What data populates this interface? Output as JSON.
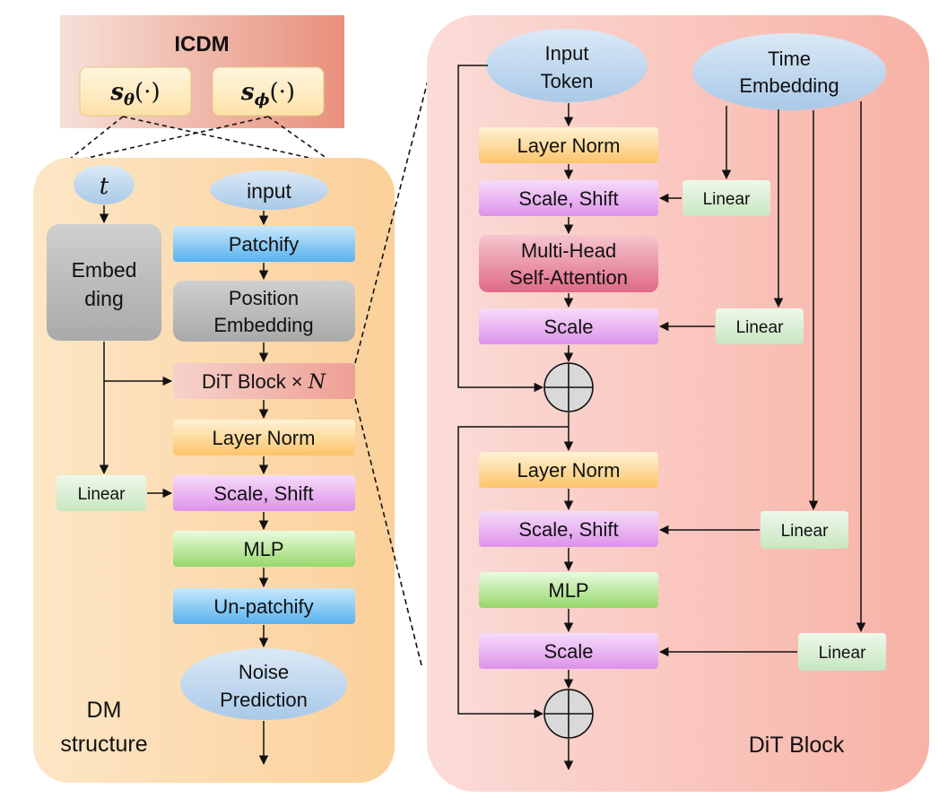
{
  "icdm": {
    "title": "ICDM",
    "s_theta": "s",
    "theta_sub": "θ",
    "phi_sub": "ϕ",
    "arg": "(·)"
  },
  "dm": {
    "t": "t",
    "input": "input",
    "patchify": "Patchify",
    "position_1": "Position",
    "position_2": "Embedding",
    "embed_1": "Embed",
    "embed_2": "ding",
    "dit_block_prefix": "DiT Block × ",
    "dit_block_n": "N",
    "layer_norm": "Layer Norm",
    "linear": "Linear",
    "scale_shift": "Scale, Shift",
    "mlp": "MLP",
    "unpatchify": "Un-patchify",
    "noise_1": "Noise",
    "noise_2": "Prediction",
    "caption_1": "DM",
    "caption_2": "structure"
  },
  "dit": {
    "input_token_1": "Input",
    "input_token_2": "Token",
    "time_1": "Time",
    "time_2": "Embedding",
    "layer_norm_1": "Layer Norm",
    "scale_shift_1": "Scale, Shift",
    "linear_1": "Linear",
    "mhsa_1": "Multi-Head",
    "mhsa_2": "Self-Attention",
    "scale_1": "Scale",
    "linear_2": "Linear",
    "layer_norm_2": "Layer Norm",
    "scale_shift_2": "Scale, Shift",
    "linear_3": "Linear",
    "mlp": "MLP",
    "scale_2": "Scale",
    "linear_4": "Linear",
    "caption": "DiT Block"
  },
  "colors": {
    "blue_node": "#bdd7ee",
    "layer_norm": "#fcd38a",
    "scale_shift": "#e6a6f0",
    "attention": "#e3768f",
    "mlp": "#a6e07c",
    "patchify": "#64b8f0",
    "gray": "#b3b3b3",
    "linear": "#d5ecd0",
    "dit_panel": "#f8b8ae",
    "dm_panel": "#fbd5a3"
  }
}
